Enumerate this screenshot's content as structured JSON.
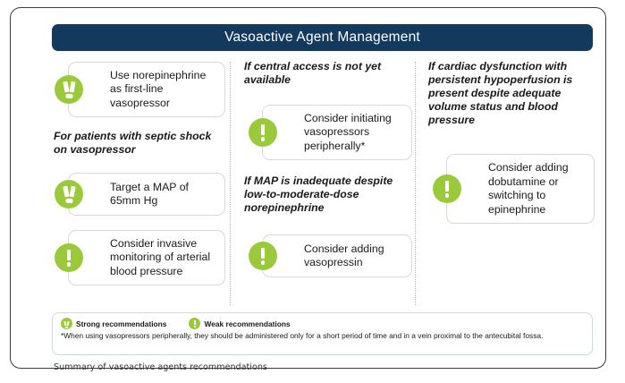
{
  "header": {
    "title": "Vasoactive Agent Management"
  },
  "colors": {
    "header_bar": "#133a5c",
    "badge_green": "#9aca3c",
    "frame_border": "#3c3c3c",
    "card_border": "#d8d8d8",
    "legend_border": "#ccd8e4"
  },
  "columns": [
    {
      "name": "first-line-vasopressor",
      "blocks": [
        {
          "kind": "card",
          "strength": "strong",
          "icon": "double-exclamation-icon",
          "text": "Use norepinephrine as first-line vasopressor"
        },
        {
          "kind": "condition",
          "text": "For patients with septic shock on vasopressor"
        },
        {
          "kind": "card",
          "strength": "strong",
          "icon": "double-exclamation-icon",
          "text": "Target a MAP of 65mm Hg"
        },
        {
          "kind": "card",
          "strength": "weak",
          "icon": "single-exclamation-icon",
          "text": "Consider invasive monitoring of arterial blood pressure"
        }
      ]
    },
    {
      "name": "peripheral-access-and-map",
      "blocks": [
        {
          "kind": "condition",
          "text": "If central access is not yet available"
        },
        {
          "kind": "card",
          "strength": "weak",
          "icon": "single-exclamation-icon",
          "text": "Consider initiating vasopressors peripherally*"
        },
        {
          "kind": "condition",
          "text": "If MAP is inadequate despite low-to-moderate-dose norepinephrine"
        },
        {
          "kind": "card",
          "strength": "weak",
          "icon": "single-exclamation-icon",
          "text": "Consider adding vasopressin"
        }
      ]
    },
    {
      "name": "cardiac-dysfunction",
      "blocks": [
        {
          "kind": "condition",
          "text": "If cardiac dysfunction with persistent hypoperfusion is present despite adequate volume status and blood pressure"
        },
        {
          "kind": "card",
          "strength": "weak",
          "icon": "single-exclamation-icon",
          "text": "Consider adding dobutamine or switching to epinephrine"
        }
      ]
    }
  ],
  "legend": {
    "strong_label": "Strong recommendations",
    "weak_label": "Weak recommendations",
    "footnote": "*When using vasopressors peripherally, they should be administered only for a short period of time and in a vein proximal to the antecubital fossa."
  },
  "caption": "Summary of vasoactive agents recommendations"
}
